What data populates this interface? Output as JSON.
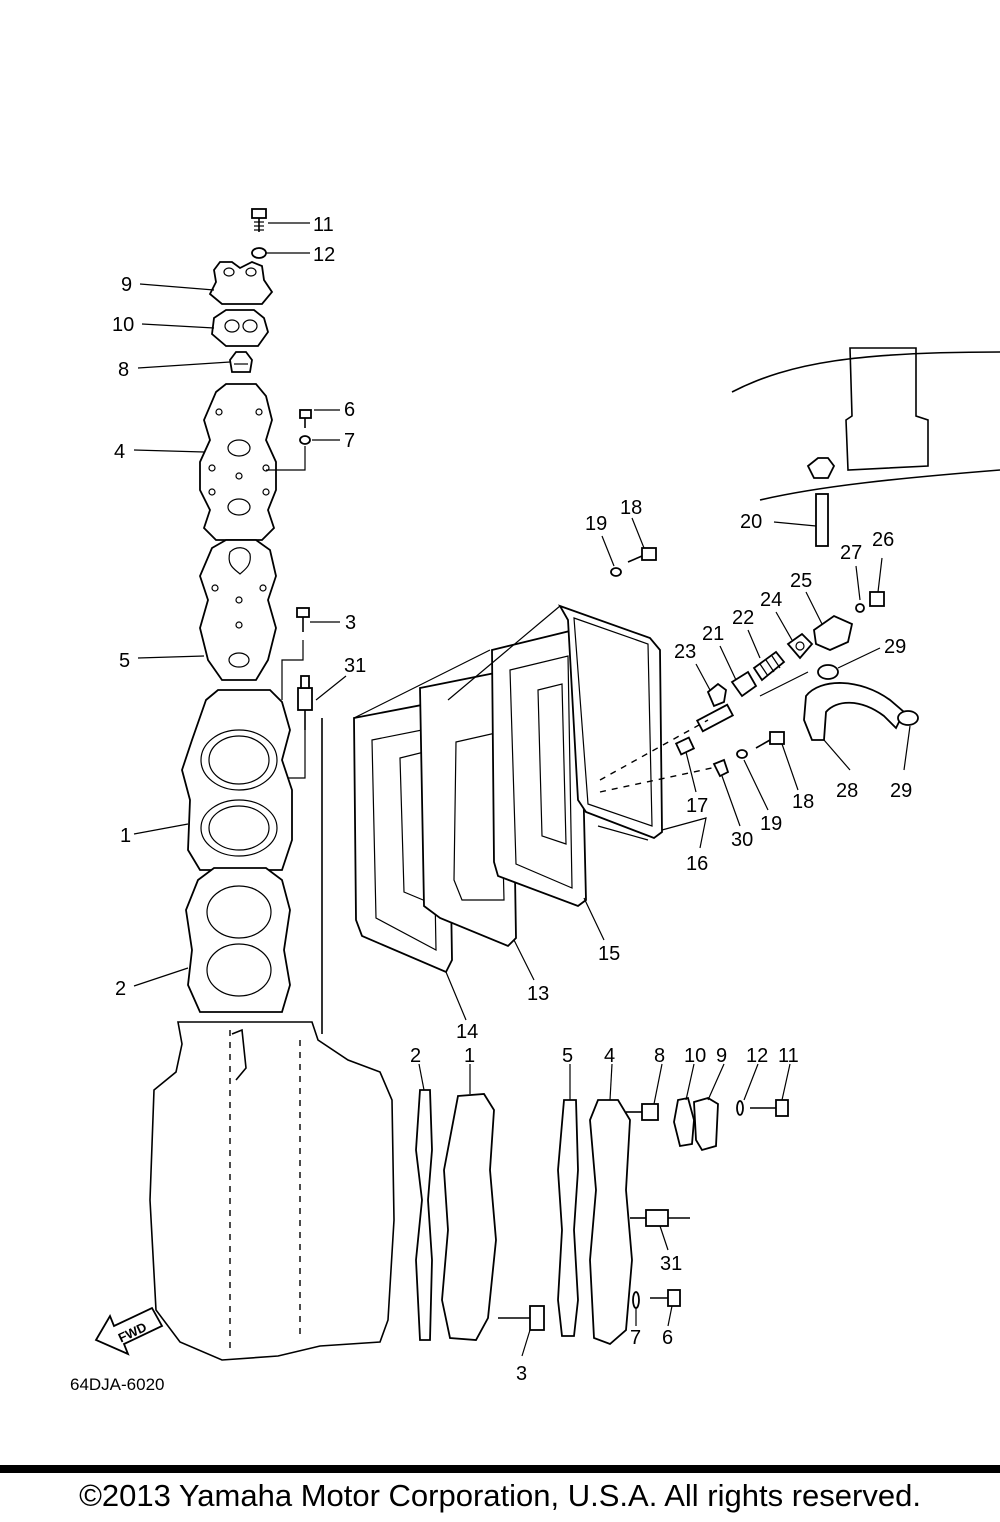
{
  "diagram": {
    "code": "64DJA-6020",
    "fwd_label": "FWD",
    "callouts": {
      "c11a": "11",
      "c12a": "12",
      "c9a": "9",
      "c10a": "10",
      "c8a": "8",
      "c6a": "6",
      "c7a": "7",
      "c4a": "4",
      "c5a": "5",
      "c3a": "3",
      "c31a": "31",
      "c1a": "1",
      "c2a": "2",
      "c14": "14",
      "c13": "13",
      "c15": "15",
      "c16": "16",
      "c17": "17",
      "c30": "30",
      "c19a": "19",
      "c18a": "18",
      "c19b": "19",
      "c18b": "18",
      "c20": "20",
      "c23": "23",
      "c21": "21",
      "c22": "22",
      "c24": "24",
      "c25": "25",
      "c27": "27",
      "c26": "26",
      "c29a": "29",
      "c28": "28",
      "c29b": "29",
      "c2b": "2",
      "c1b": "1",
      "c5b": "5",
      "c4b": "4",
      "c8b": "8",
      "c10b": "10",
      "c9b": "9",
      "c12b": "12",
      "c11b": "11",
      "c31b": "31",
      "c7b": "7",
      "c6b": "6",
      "c3b": "3"
    }
  },
  "footer": {
    "copyright": "©2013 Yamaha Motor Corporation, U.S.A. All rights reserved."
  }
}
